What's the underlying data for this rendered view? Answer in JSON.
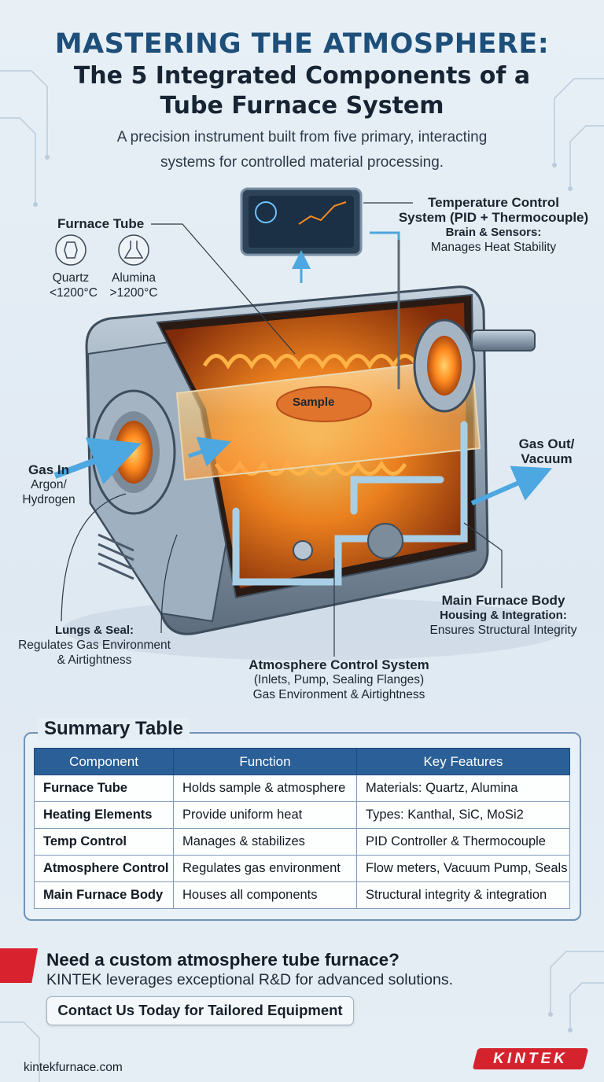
{
  "header": {
    "title_line1": "MASTERING THE ATMOSPHERE:",
    "title_line2": "The 5 Integrated Components of a",
    "title_line3": "Tube Furnace System",
    "subtitle_line1": "A precision instrument built from five primary, interacting",
    "subtitle_line2": "systems for controlled material processing."
  },
  "diagram": {
    "furnace_tube": {
      "title": "Furnace Tube",
      "quartz": "Quartz",
      "quartz_range": "<1200°C",
      "alumina": "Alumina",
      "alumina_range": ">1200°C"
    },
    "temp_control": {
      "title_line1": "Temperature Control",
      "title_line2": "System (PID + Thermocouple)",
      "role": "Brain & Sensors:",
      "desc": "Manages Heat Stability"
    },
    "sample_label": "Sample",
    "gas_in": {
      "title": "Gas In",
      "line1": "Argon/",
      "line2": "Hydrogen"
    },
    "gas_out": {
      "line1": "Gas Out/",
      "line2": "Vacuum"
    },
    "lungs": {
      "title": "Lungs & Seal:",
      "line1": "Regulates Gas Environment",
      "line2": "& Airtightness"
    },
    "main_body": {
      "title": "Main Furnace Body",
      "role": "Housing & Integration:",
      "desc": "Ensures Structural Integrity"
    },
    "atmosphere": {
      "title": "Atmosphere Control System",
      "line1": "(Inlets, Pump, Sealing Flanges)",
      "line2": "Gas Environment & Airtightness"
    }
  },
  "summary": {
    "title": "Summary Table",
    "headers": [
      "Component",
      "Function",
      "Key Features"
    ],
    "rows": [
      [
        "Furnace Tube",
        "Holds sample & atmosphere",
        "Materials: Quartz, Alumina"
      ],
      [
        "Heating Elements",
        "Provide uniform heat",
        "Types: Kanthal, SiC, MoSi2"
      ],
      [
        "Temp Control",
        "Manages & stabilizes",
        "PID Controller & Thermocouple"
      ],
      [
        "Atmosphere Control",
        "Regulates gas environment",
        "Flow meters, Vacuum Pump, Seals"
      ],
      [
        "Main Furnace Body",
        "Houses all components",
        "Structural integrity & integration"
      ]
    ]
  },
  "cta": {
    "question": "Need a custom atmosphere tube furnace?",
    "text": "KINTEK leverages exceptional R&D for advanced solutions.",
    "button": "Contact Us Today for Tailored Equipment"
  },
  "footer": {
    "site": "kintekfurnace.com",
    "logo": "KINTEK"
  },
  "colors": {
    "accent": "#1d4f7a",
    "table_header": "#2a5f97",
    "brand_red": "#d5232e",
    "glow": "#ff8a1f"
  }
}
